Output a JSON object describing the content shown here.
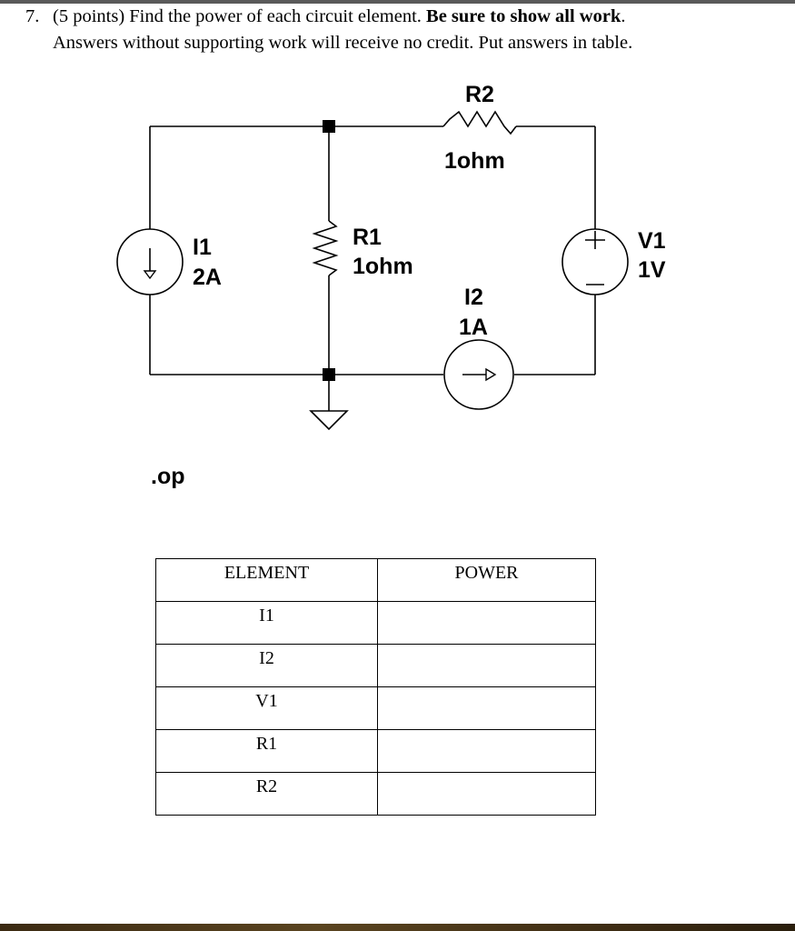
{
  "question": {
    "number": "7.",
    "points": "(5 points)",
    "prompt": "Find the power of each circuit element.",
    "emphasis": "Be sure to show all work",
    "emphasis_end": ".",
    "line2": "Answers without supporting work will receive no credit. Put answers in table."
  },
  "circuit": {
    "r2": {
      "name": "R2",
      "value": "1ohm"
    },
    "r1": {
      "name": "R1",
      "value": "1ohm"
    },
    "i1": {
      "name": "I1",
      "value": "2A"
    },
    "i2": {
      "name": "I2",
      "value": "1A"
    },
    "v1": {
      "name": "V1",
      "value": "1V"
    },
    "directive": ".op"
  },
  "table": {
    "headers": [
      "ELEMENT",
      "POWER"
    ],
    "rows": [
      {
        "element": "I1",
        "power": ""
      },
      {
        "element": "I2",
        "power": ""
      },
      {
        "element": "V1",
        "power": ""
      },
      {
        "element": "R1",
        "power": ""
      },
      {
        "element": "R2",
        "power": ""
      }
    ]
  }
}
